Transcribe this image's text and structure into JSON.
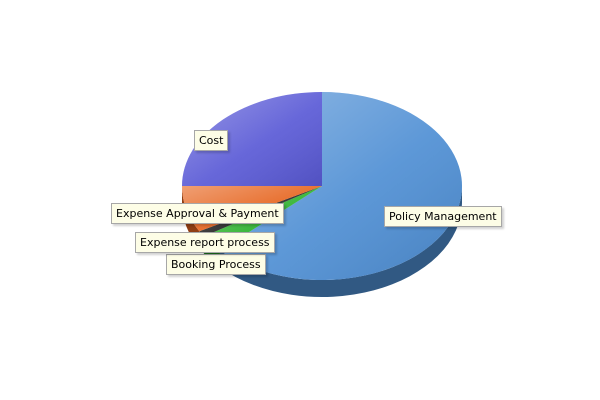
{
  "chart_data": {
    "type": "pie",
    "style": "3d",
    "legend": "none",
    "slices": [
      {
        "label": "Policy Management",
        "value": 63.0,
        "color": "#4f8fd4"
      },
      {
        "label": "Booking Process",
        "value": 3.0,
        "color": "#2bb12b"
      },
      {
        "label": "Expense report process",
        "value": 1.0,
        "color": "#222222"
      },
      {
        "label": "Expense Approval & Payment",
        "value": 8.0,
        "color": "#e6641e"
      },
      {
        "label": "Cost",
        "value": 25.0,
        "color": "#5a5ad6"
      }
    ]
  }
}
